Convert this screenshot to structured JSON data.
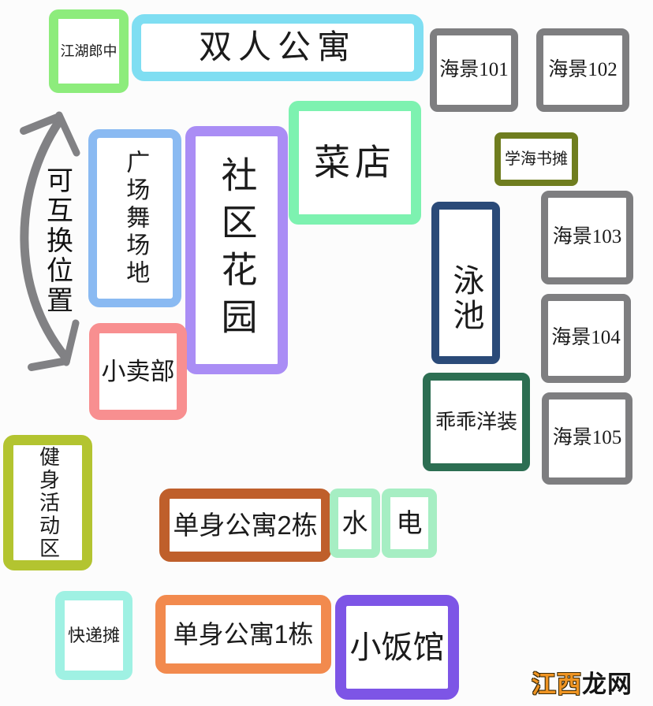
{
  "annotation": {
    "swap_note": "可互换位置"
  },
  "places": {
    "jianghu_langzhong": {
      "label": "江湖郎中",
      "border_color": "#8dec7c"
    },
    "shuangren_gongyu": {
      "label": "双人公寓",
      "border_color": "#7fdef2"
    },
    "haijing_101": {
      "label": "海景101",
      "border_color": "#7e7e80"
    },
    "haijing_102": {
      "label": "海景102",
      "border_color": "#7e7e80"
    },
    "caidian": {
      "label": "菜店",
      "border_color": "#7df2b0"
    },
    "xuehai_shutan": {
      "label": "学海书摊",
      "border_color": "#6f7d1f"
    },
    "guangchang_wuchangdi": {
      "label": "广场舞场地",
      "border_color": "#8abaf2"
    },
    "shequ_huayuan": {
      "label": "社区花园",
      "border_color": "#aa8df5"
    },
    "yongchi": {
      "label": "泳池",
      "border_color": "#2a4a78"
    },
    "haijing_103": {
      "label": "海景103",
      "border_color": "#7e7e80"
    },
    "haijing_104": {
      "label": "海景104",
      "border_color": "#7e7e80"
    },
    "guaiguai_yangzhuang": {
      "label": "乖乖洋装",
      "border_color": "#2c6e52"
    },
    "haijing_105": {
      "label": "海景105",
      "border_color": "#7e7e80"
    },
    "xiaomaibu": {
      "label": "小卖部",
      "border_color": "#f88f90"
    },
    "jianshen_huodongqu": {
      "label": "健身活动区",
      "border_color": "#b3c430"
    },
    "danshen_gongyu_2": {
      "label": "单身公寓2栋",
      "border_color": "#bf5f2b"
    },
    "shui": {
      "label": "水",
      "border_color": "#a6eec3"
    },
    "dian": {
      "label": "电",
      "border_color": "#a6eec3"
    },
    "kuaidi_tan": {
      "label": "快递摊",
      "border_color": "#9ff1e3"
    },
    "danshen_gongyu_1": {
      "label": "单身公寓1栋",
      "border_color": "#f28a4e"
    },
    "xiaofanguan": {
      "label": "小饭馆",
      "border_color": "#7d55e6"
    }
  },
  "watermark": {
    "part1": "江西",
    "part2": "龙网",
    "part1_color": "#ef9422",
    "part2_color": "#161616"
  },
  "arrow_color": "#77777a"
}
